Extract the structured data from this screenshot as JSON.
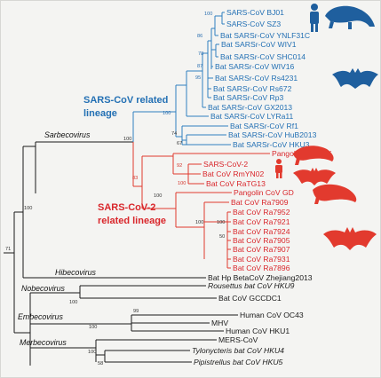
{
  "lineages": {
    "sars_cov_related": [
      "SARS-CoV related",
      "lineage"
    ],
    "sars_cov2_related": [
      "SARS-CoV-2",
      "related lineage"
    ]
  },
  "genera": {
    "sarbecovirus": "Sarbecovirus",
    "hibecovirus": "Hibecovirus",
    "nobecovirus": "Nobecovirus",
    "embecovirus": "Embecovirus",
    "merbecovirus": "Merbecovirus"
  },
  "taxa": [
    {
      "id": "t1",
      "label": "SARS-CoV BJ01",
      "group": "blue"
    },
    {
      "id": "t2",
      "label": "SARS-CoV SZ3",
      "group": "blue"
    },
    {
      "id": "t3",
      "label": "Bat SARSr-CoV YNLF31C",
      "group": "blue"
    },
    {
      "id": "t4",
      "label": "Bat SARSr-CoV WIV1",
      "group": "blue"
    },
    {
      "id": "t5",
      "label": "Bat SARSr-CoV SHC014",
      "group": "blue"
    },
    {
      "id": "t6",
      "label": "Bat SARSr-CoV WIV16",
      "group": "blue"
    },
    {
      "id": "t7",
      "label": "Bat SARSr-CoV Rs4231",
      "group": "blue"
    },
    {
      "id": "t8",
      "label": "Bat SARSr-CoV Rs672",
      "group": "blue"
    },
    {
      "id": "t9",
      "label": "Bat SARSr-CoV Rp3",
      "group": "blue"
    },
    {
      "id": "t10",
      "label": "Bat SARSr-CoV GX2013",
      "group": "blue"
    },
    {
      "id": "t11",
      "label": "Bat SARSr-CoV LYRa11",
      "group": "blue"
    },
    {
      "id": "t12",
      "label": "Bat SARSr-CoV Rf1",
      "group": "blue"
    },
    {
      "id": "t13",
      "label": "Bat SARSr-CoV HuB2013",
      "group": "blue"
    },
    {
      "id": "t14",
      "label": "Bat SARSr-CoV HKU3",
      "group": "blue"
    },
    {
      "id": "t15",
      "label": "Pangolin CoV GX",
      "group": "red"
    },
    {
      "id": "t16",
      "label": "SARS-CoV-2",
      "group": "red"
    },
    {
      "id": "t17",
      "label": "Bat CoV RmYN02",
      "group": "red"
    },
    {
      "id": "t18",
      "label": "Bat CoV RaTG13",
      "group": "red"
    },
    {
      "id": "t19",
      "label": "Pangolin CoV GD",
      "group": "red"
    },
    {
      "id": "t20",
      "label": "Bat CoV Ra7909",
      "group": "red"
    },
    {
      "id": "t21",
      "label": "Bat CoV Ra7952",
      "group": "red"
    },
    {
      "id": "t22",
      "label": "Bat CoV Ra7921",
      "group": "red"
    },
    {
      "id": "t23",
      "label": "Bat CoV Ra7924",
      "group": "red"
    },
    {
      "id": "t24",
      "label": "Bat CoV Ra7905",
      "group": "red"
    },
    {
      "id": "t25",
      "label": "Bat CoV Ra7907",
      "group": "red"
    },
    {
      "id": "t26",
      "label": "Bat CoV Ra7931",
      "group": "red"
    },
    {
      "id": "t27",
      "label": "Bat CoV Ra7896",
      "group": "red"
    },
    {
      "id": "t28",
      "label": "Bat Hp BetaCoV Zhejiang2013",
      "group": "black"
    },
    {
      "id": "t29",
      "label": "Rousettus bat CoV HKU9",
      "group": "black",
      "italic_part": "Rousettus"
    },
    {
      "id": "t30",
      "label": "Bat CoV GCCDC1",
      "group": "black"
    },
    {
      "id": "t31",
      "label": "Human CoV OC43",
      "group": "black"
    },
    {
      "id": "t32",
      "label": "MHV",
      "group": "black"
    },
    {
      "id": "t33",
      "label": "Human CoV HKU1",
      "group": "black"
    },
    {
      "id": "t34",
      "label": "MERS-CoV",
      "group": "black"
    },
    {
      "id": "t35",
      "label": "Tylonycteris bat CoV HKU4",
      "group": "black",
      "italic_part": "Tylonycteris"
    },
    {
      "id": "t36",
      "label": "Pipistrellus bat CoV HKU5",
      "group": "black",
      "italic_part": "Pipistrellus"
    }
  ],
  "bootstrap": {
    "b_bj": "100",
    "b_86": "86",
    "b_78": "78",
    "b_87": "87",
    "b_95": "95",
    "b_sars_clade": "100",
    "b_74": "74",
    "b_67": "67",
    "b_sarbeco": "100",
    "b_92": "92",
    "b_100_ratg": "100",
    "b_83": "83",
    "b_100_gd": "100",
    "b_100_ra_a": "100",
    "b_100_ra_b": "100",
    "b_50": "50",
    "b_100_outer": "100",
    "b_71": "71",
    "b_100_nobe": "100",
    "b_99": "99",
    "b_100_embe": "100",
    "b_100_merbe": "100",
    "b_58": "58"
  },
  "icons": {
    "human_silhouette": "person-icon",
    "pangolin_silhouette": "pangolin-icon",
    "bat_silhouette": "bat-icon"
  },
  "colors": {
    "sars_cov_lineage": "#2370b4",
    "sars_cov2_lineage": "#d9262b",
    "outgroup": "#1a1a1a"
  }
}
